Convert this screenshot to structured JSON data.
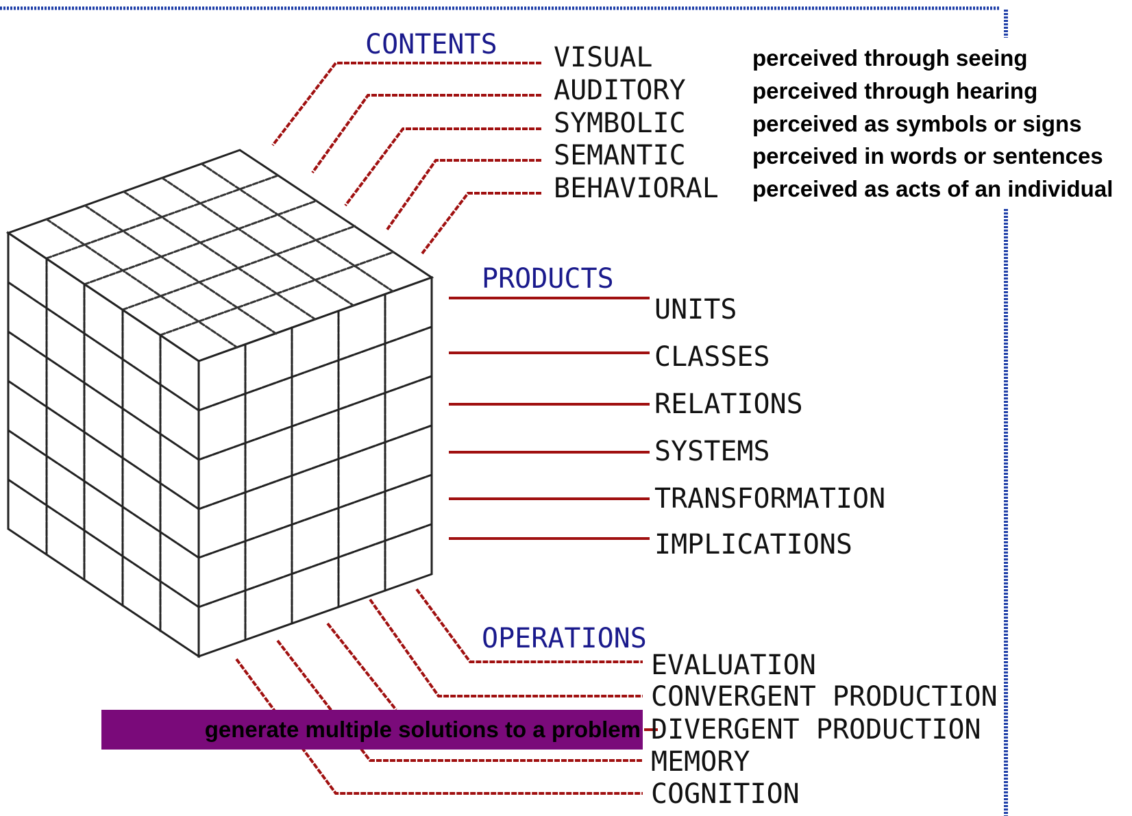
{
  "contents": {
    "heading": "CONTENTS",
    "items": [
      {
        "label": "VISUAL",
        "description": "perceived through seeing"
      },
      {
        "label": "AUDITORY",
        "description": "perceived through hearing"
      },
      {
        "label": "SYMBOLIC",
        "description": "perceived as symbols or signs"
      },
      {
        "label": "SEMANTIC",
        "description": "perceived in words or sentences"
      },
      {
        "label": "BEHAVIORAL",
        "description": "perceived as acts of an individual"
      }
    ]
  },
  "products": {
    "heading": "PRODUCTS",
    "items": [
      "UNITS",
      "CLASSES",
      "RELATIONS",
      "SYSTEMS",
      "TRANSFORMATION",
      "IMPLICATIONS"
    ]
  },
  "operations": {
    "heading": "OPERATIONS",
    "items": [
      "EVALUATION",
      "CONVERGENT PRODUCTION",
      "DIVERGENT PRODUCTION",
      "MEMORY",
      "COGNITION"
    ]
  },
  "highlight": {
    "text": "generate multiple solutions to a problem",
    "color": "#7a0a7a"
  },
  "colors": {
    "leader_line": "#a01010",
    "heading_text": "#1a1a8c",
    "frame_dots": "#1f3fa8"
  }
}
